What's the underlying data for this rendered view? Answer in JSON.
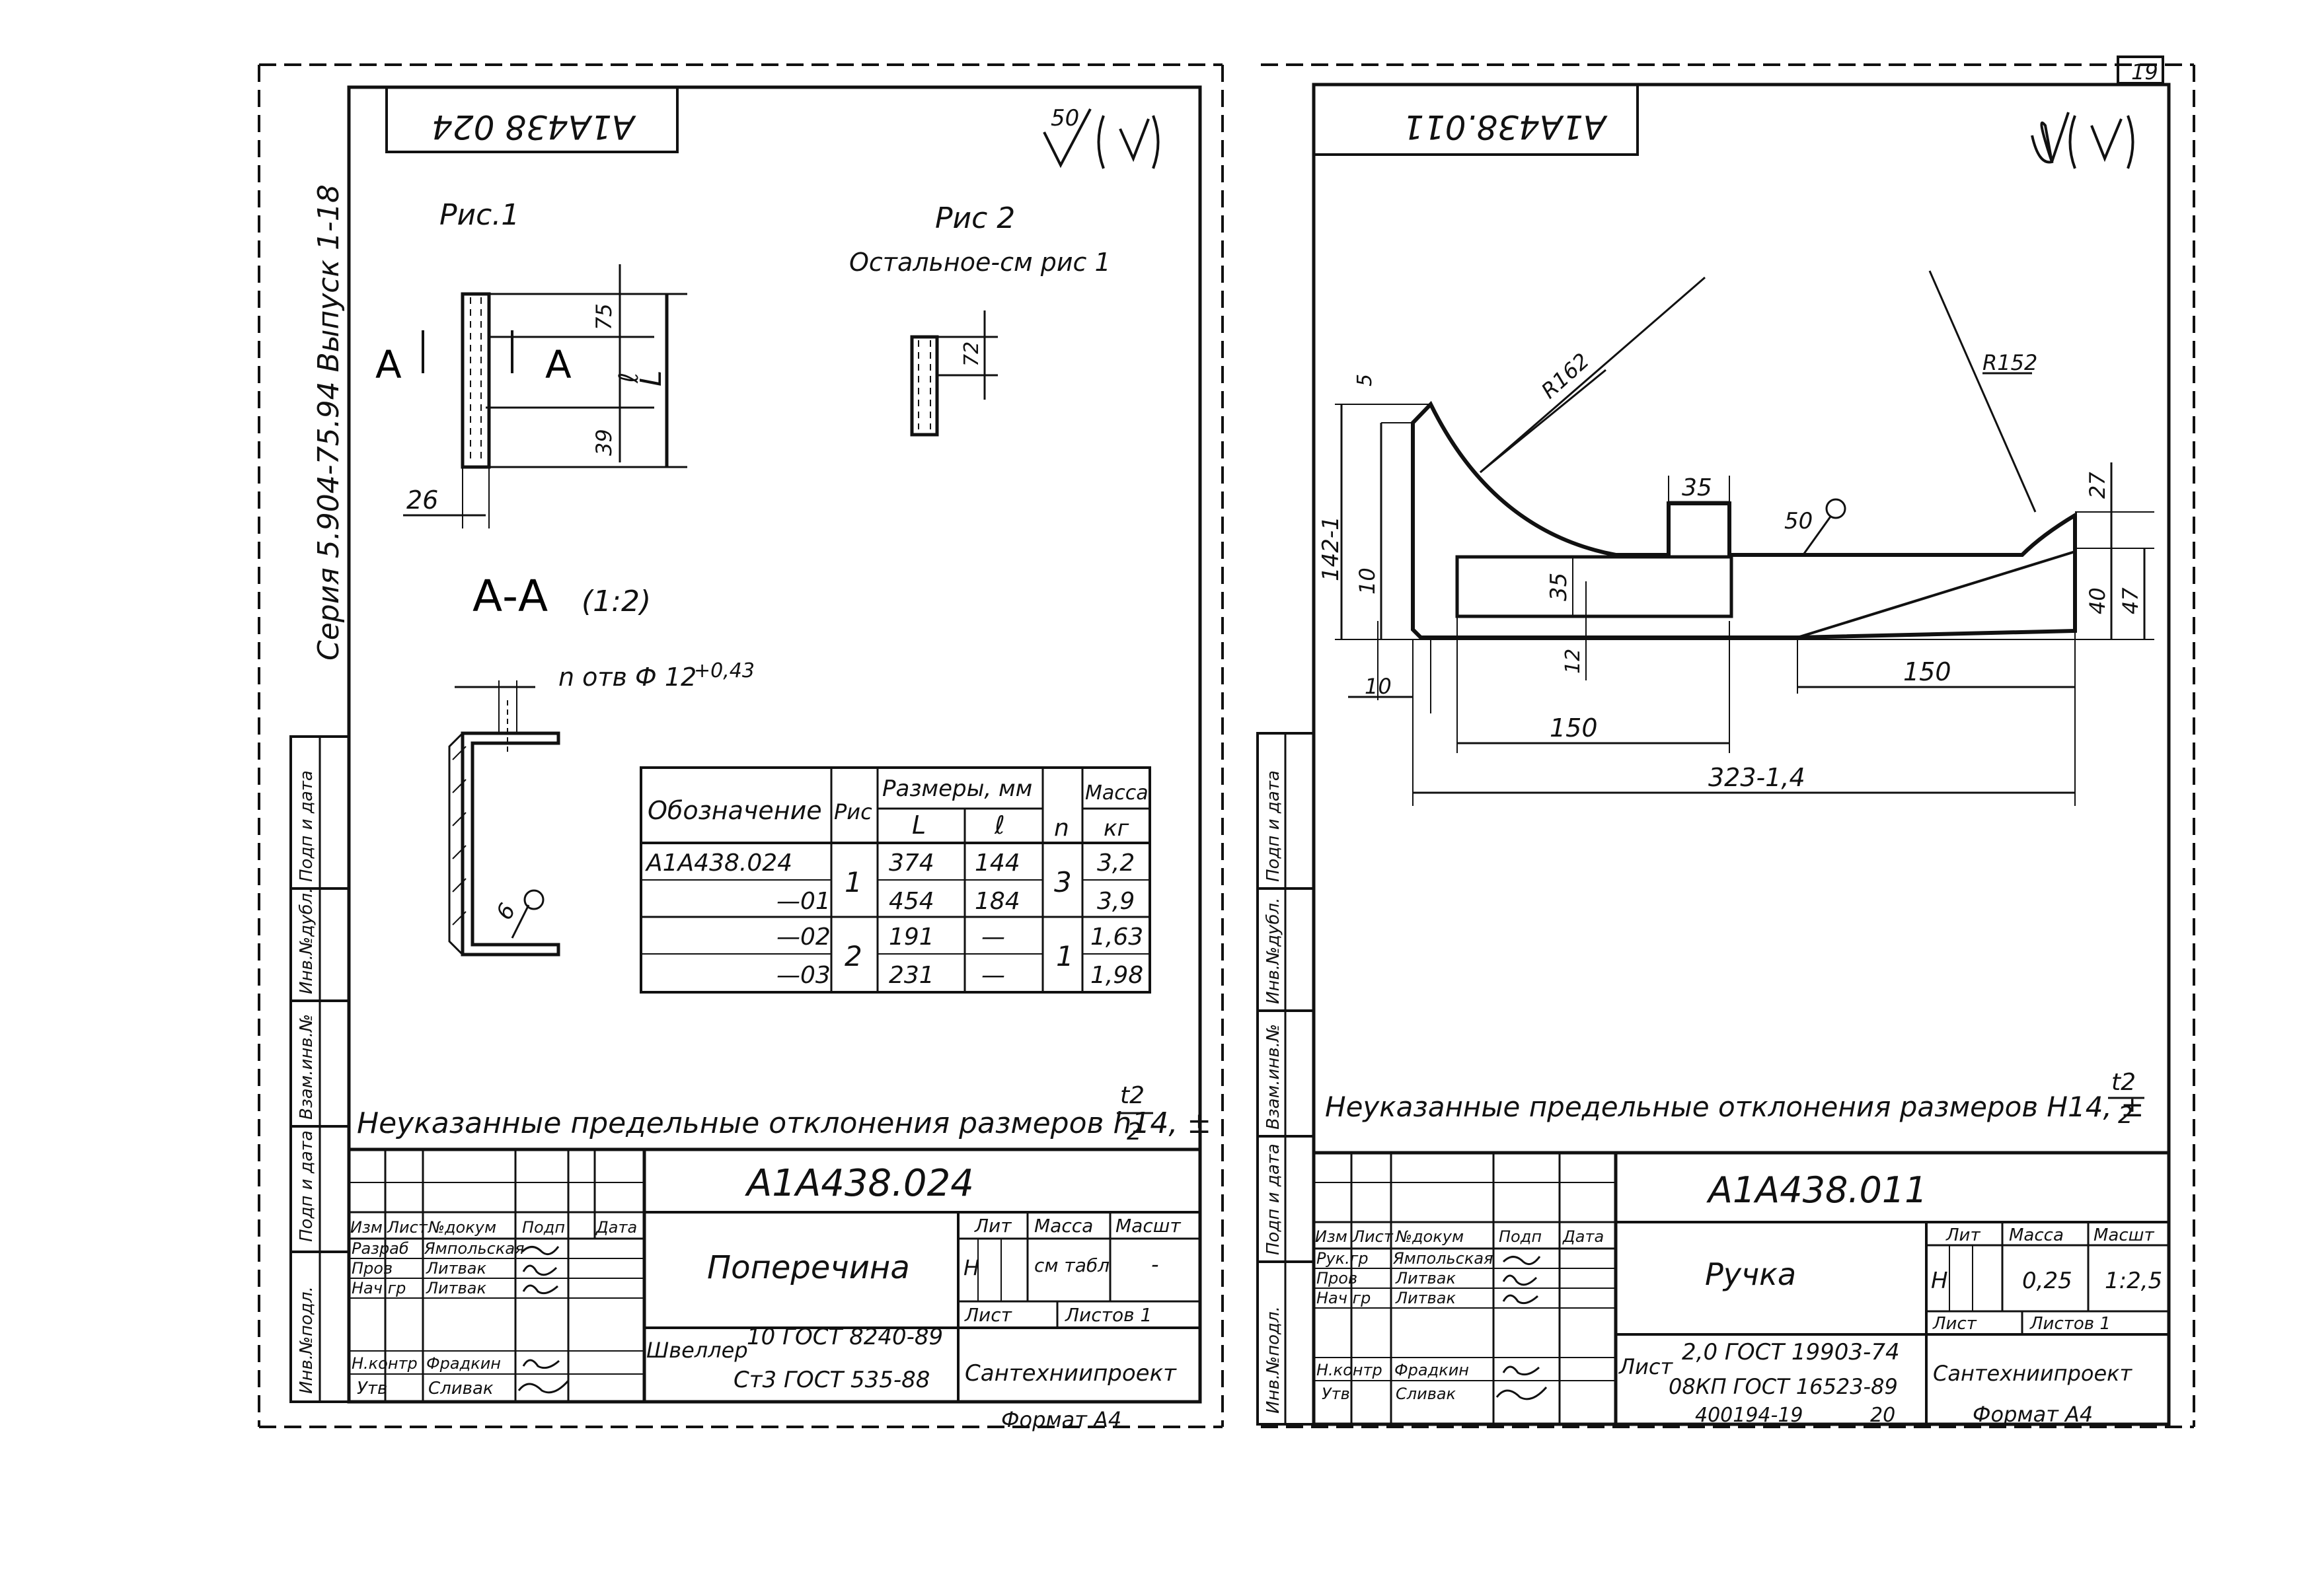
{
  "sheet_no": "19",
  "left": {
    "top_code": "А1А438 024",
    "roughness": "50",
    "series_text": "Серия 5.904-75.94   Выпуск 1-18",
    "fig1": "Рис.1",
    "fig2": "Рис 2",
    "fig2_note": "Остальное-см рис 1",
    "sect_A": "А",
    "dim_75": "75",
    "dim_l": "ℓ",
    "dim_L": "L",
    "dim_39": "39",
    "dim_26": "26",
    "dim_72": "72",
    "section_title": "А-А",
    "section_scale": "(1:2)",
    "holes_note": "n отв Ф 12",
    "holes_tol": "+0,43",
    "weld_mark": "6",
    "table": {
      "h_designation": "Обозначение",
      "h_fig": "Рис",
      "h_size": "Размеры, мм",
      "h_L": "L",
      "h_l": "ℓ",
      "h_n": "n",
      "h_mass": "Масса",
      "h_kg": "кг",
      "rows": [
        {
          "code": "А1А438.024",
          "L": "374",
          "l": "144",
          "mass": "3,2"
        },
        {
          "code": "—01",
          "L": "454",
          "l": "184",
          "mass": "3,9"
        },
        {
          "code": "—02",
          "L": "191",
          "l": "—",
          "mass": "1,63"
        },
        {
          "code": "—03",
          "L": "231",
          "l": "—",
          "mass": "1,98"
        }
      ],
      "fig_a": "1",
      "fig_b": "2",
      "n_a": "3",
      "n_b": "1"
    },
    "tolerance_note": "Неуказанные предельные отклонения размеров h14, ±",
    "tol_frac_num": "t2",
    "tol_frac_den": "2",
    "stamp": {
      "code": "А1А438.024",
      "name": "Поперечина",
      "h_izm": "Изм",
      "h_list": "Лист",
      "h_ndok": "№докум",
      "h_podp": "Подп",
      "h_data": "Дата",
      "r1_role": "Разраб",
      "r1_name": "Ямпольская",
      "r2_role": "Пров",
      "r2_name": "Литвак",
      "r3_role": "Нач гр",
      "r3_name": "Литвак",
      "r4_role": "Н.контр",
      "r4_name": "Фрадкин",
      "r5_role": "Утв",
      "r5_name": "Сливак",
      "lit_h": "Лит",
      "mass_h": "Масса",
      "scale_h": "Масшт",
      "lit_v": "Н",
      "mass_v": "см табл",
      "scale_v": "-",
      "sheet_h": "Лист",
      "sheets_h": "Листов 1",
      "material_prefix": "Швеллер",
      "material_1": "10 ГОСТ 8240-89",
      "material_2": "Ст3 ГОСТ 535-88",
      "org": "Сантехниипроект"
    },
    "format": "Формат А4",
    "side_cols": [
      "Инв.№подл.",
      "Подп и дата",
      "Взам.инв.№",
      "Инв.№дубл.",
      "Подп и дата"
    ]
  },
  "right": {
    "top_code": "А1А438.011",
    "d_R162": "R162",
    "d_R152": "R152",
    "d_5": "5",
    "d_142": "142-1",
    "d_10a": "10",
    "d_10b": "10",
    "d_35a": "35",
    "d_35b": "35",
    "d_12": "12",
    "d_50": "50",
    "d_27": "27",
    "d_40": "40",
    "d_47": "47",
    "d_150a": "150",
    "d_150b": "150",
    "d_323": "323-1,4",
    "tolerance_note": "Неуказанные предельные отклонения размеров Н14, ±",
    "tol_frac_num": "t2",
    "tol_frac_den": "2",
    "stamp": {
      "code": "А1А438.011",
      "name": "Ручка",
      "h_izm": "Изм",
      "h_list": "Лист",
      "h_ndok": "№докум",
      "h_podp": "Подп",
      "h_data": "Дата",
      "r1_role": "Рук.гр",
      "r1_name": "Ямпольская",
      "r2_role": "Пров",
      "r2_name": "Литвак",
      "r3_role": "Нач гр",
      "r3_name": "Литвак",
      "r4_role": "Н.контр",
      "r4_name": "Фрадкин",
      "r5_role": "Утв",
      "r5_name": "Сливак",
      "lit_h": "Лит",
      "mass_h": "Масса",
      "scale_h": "Масшт",
      "lit_v": "Н",
      "mass_v": "0,25",
      "scale_v": "1:2,5",
      "sheet_h": "Лист",
      "sheets_h": "Листов 1",
      "material_prefix": "Лист",
      "material_1": "2,0 ГОСТ 19903-74",
      "material_2": "08КП ГОСТ 16523-89",
      "org": "Сантехниипроект"
    },
    "footer_num": "400194-19",
    "footer_mid": "20",
    "format": "Формат А4",
    "side_cols": [
      "Инв.№подл.",
      "Подп и дата",
      "Взам.инв.№",
      "Инв.№дубл.",
      "Подп и дата"
    ]
  }
}
